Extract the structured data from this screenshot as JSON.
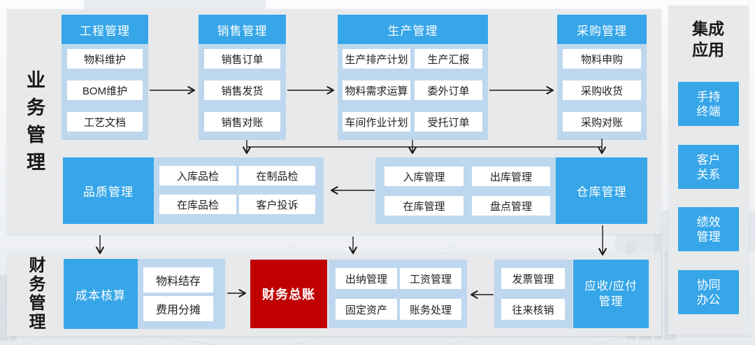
{
  "labels": {
    "business": "业务管理",
    "finance": "财务管理",
    "integration_title": "集成应用"
  },
  "top_columns": {
    "engineering": {
      "title": "工程管理",
      "items": [
        "物料维护",
        "BOM维护",
        "工艺文档"
      ]
    },
    "sales": {
      "title": "销售管理",
      "items": [
        "销售订单",
        "销售发货",
        "销售对账"
      ]
    },
    "production": {
      "title": "生产管理",
      "items_left": [
        "生产排产计划",
        "物料需求运算",
        "车间作业计划"
      ],
      "items_right": [
        "生产汇报",
        "委外订单",
        "受托订单"
      ]
    },
    "procurement": {
      "title": "采购管理",
      "items": [
        "物料申购",
        "采购收货",
        "采购对账"
      ]
    }
  },
  "middle_row": {
    "quality": {
      "title": "品质管理",
      "items": [
        "入库品检",
        "在制品检",
        "在库品检",
        "客户投诉"
      ]
    },
    "warehouse": {
      "title": "仓库管理",
      "items": [
        "入库管理",
        "出库管理",
        "在库管理",
        "盘点管理"
      ]
    }
  },
  "finance_row": {
    "cost": {
      "title": "成本核算",
      "items": [
        "物料结存",
        "费用分摊"
      ]
    },
    "ledger": {
      "title": "财务总账"
    },
    "accounting": {
      "items": [
        "出纳管理",
        "工资管理",
        "固定资产",
        "账务处理"
      ]
    },
    "receivable_payable": {
      "title": "应收/应付管理",
      "items": [
        "发票管理",
        "往来核销"
      ]
    }
  },
  "integration": {
    "apps": [
      "手持终端",
      "客户关系",
      "绩效管理",
      "协同办公"
    ]
  },
  "colors": {
    "header_blue": "#36a6e8",
    "group_light_blue": "#bdd7ee",
    "ledger_red": "#c00000",
    "panel_gray": "#e8e9eb",
    "arrow_black": "#1c1c1c"
  }
}
